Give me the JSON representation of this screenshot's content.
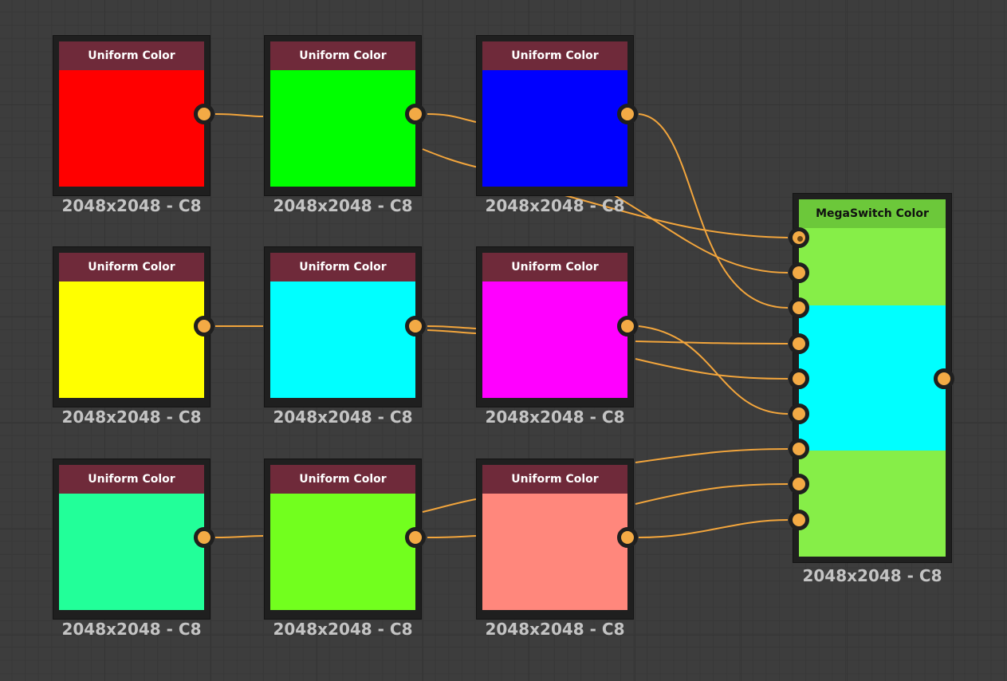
{
  "graph": {
    "wire_color": "#f2a53c",
    "uniform_header_color": "#6f2a3a",
    "nodes": [
      {
        "title": "Uniform Color",
        "color": "#ff0000",
        "size": "2048x2048 - C8"
      },
      {
        "title": "Uniform Color",
        "color": "#00ff00",
        "size": "2048x2048 - C8"
      },
      {
        "title": "Uniform Color",
        "color": "#0000ff",
        "size": "2048x2048 - C8"
      },
      {
        "title": "Uniform Color",
        "color": "#ffff00",
        "size": "2048x2048 - C8"
      },
      {
        "title": "Uniform Color",
        "color": "#00ffff",
        "size": "2048x2048 - C8"
      },
      {
        "title": "Uniform Color",
        "color": "#ff00ff",
        "size": "2048x2048 - C8"
      },
      {
        "title": "Uniform Color",
        "color": "#22ff99",
        "size": "2048x2048 - C8"
      },
      {
        "title": "Uniform Color",
        "color": "#72ff1e",
        "size": "2048x2048 - C8"
      },
      {
        "title": "Uniform Color",
        "color": "#ff877c",
        "size": "2048x2048 - C8"
      }
    ],
    "mega_switch": {
      "title": "MegaSwitch Color",
      "header_color": "#6cc83a",
      "size": "2048x2048 - C8",
      "bands": [
        "#86ee48",
        "#00ffff",
        "#86ee48"
      ],
      "input_count": 9
    }
  }
}
